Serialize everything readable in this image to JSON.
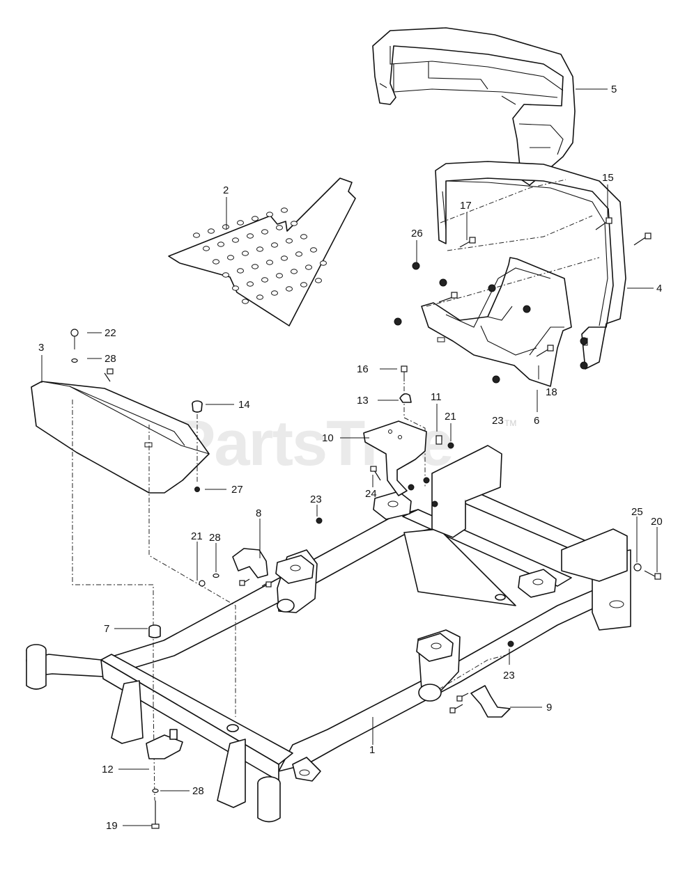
{
  "watermark": {
    "text": "PartsTree",
    "tm": "TM"
  },
  "callouts": {
    "c1": "1",
    "c2": "2",
    "c3": "3",
    "c4": "4",
    "c5": "5",
    "c6": "6",
    "c7": "7",
    "c8": "8",
    "c9": "9",
    "c10": "10",
    "c11": "11",
    "c12": "12",
    "c13": "13",
    "c14": "14",
    "c15": "15",
    "c16": "16",
    "c17": "17",
    "c18": "18",
    "c19": "19",
    "c20": "20",
    "c21a": "21",
    "c21b": "21",
    "c22": "22",
    "c23a": "23",
    "c23b": "23",
    "c23c": "23",
    "c24": "24",
    "c25": "25",
    "c26": "26",
    "c27": "27",
    "c28a": "28",
    "c28b": "28",
    "c28c": "28"
  }
}
